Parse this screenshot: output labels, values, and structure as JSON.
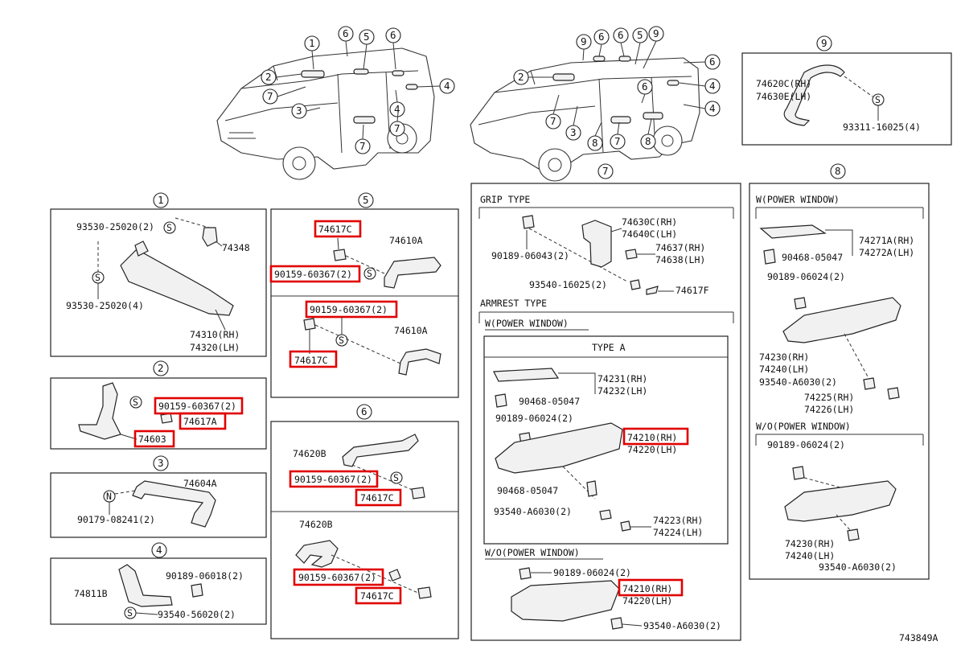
{
  "catalog_no": "743849A",
  "overview": {
    "left_markers": [
      "1",
      "6",
      "5",
      "6",
      "2",
      "7",
      "3",
      "4",
      "4",
      "7",
      "7"
    ],
    "right_markers": [
      "9",
      "6",
      "6",
      "5",
      "9",
      "6",
      "2",
      "6",
      "4",
      "7",
      "3",
      "8",
      "7",
      "8",
      "4"
    ]
  },
  "box9": {
    "num": "9",
    "p1": "74620C(RH)",
    "p2": "74630E(LH)",
    "p3": "93311-16025(4)",
    "s": "S"
  },
  "box1": {
    "num": "1",
    "p1": "93530-25020(2)",
    "p2": "74348",
    "p3": "93530-25020(4)",
    "p4": "74310(RH)",
    "p5": "74320(LH)",
    "s": "S"
  },
  "box2": {
    "num": "2",
    "p1": "90159-60367(2)",
    "p2": "74617A",
    "p3": "74603",
    "s": "S"
  },
  "box3": {
    "num": "3",
    "p1": "74604A",
    "p2": "90179-08241(2)",
    "n": "N"
  },
  "box4": {
    "num": "4",
    "p1": "74811B",
    "p2": "90189-06018(2)",
    "p3": "93540-56020(2)",
    "s": "S"
  },
  "box5": {
    "num": "5",
    "a1": "74617C",
    "a2": "74610A",
    "a3": "90159-60367(2)",
    "b1": "90159-60367(2)",
    "b2": "74610A",
    "b3": "74617C",
    "s": "S"
  },
  "box6": {
    "num": "6",
    "a1": "74620B",
    "a2": "90159-60367(2)",
    "a3": "74617C",
    "b1": "74620B",
    "b2": "90159-60367(2)",
    "b3": "74617C",
    "s": "S"
  },
  "box7": {
    "num": "7",
    "grip_title": "GRIP TYPE",
    "g1": "74630C(RH)",
    "g2": "74640C(LH)",
    "g3": "74637(RH)",
    "g4": "74638(LH)",
    "g5": "90189-06043(2)",
    "g6": "93540-16025(2)",
    "g7": "74617F",
    "armrest_title": "ARMREST TYPE",
    "w_power": "W(POWER WINDOW)",
    "type_a": "TYPE A",
    "t1": "74231(RH)",
    "t2": "74232(LH)",
    "t3": "90468-05047",
    "t4": "90189-06024(2)",
    "t5": "74210(RH)",
    "t6": "74220(LH)",
    "t7": "90468-05047",
    "t8": "93540-A6030(2)",
    "t9": "74223(RH)",
    "t10": "74224(LH)",
    "wo_power": "W/O(POWER WINDOW)",
    "u1": "90189-06024(2)",
    "u2": "74210(RH)",
    "u3": "74220(LH)",
    "u4": "93540-A6030(2)"
  },
  "box8": {
    "num": "8",
    "w_power": "W(POWER WINDOW)",
    "p1": "74271A(RH)",
    "p2": "74272A(LH)",
    "p3": "90468-05047",
    "p4": "90189-06024(2)",
    "p5": "74230(RH)",
    "p6": "74240(LH)",
    "p7": "93540-A6030(2)",
    "p8": "74225(RH)",
    "p9": "74226(LH)",
    "wo_power": "W/O(POWER WINDOW)",
    "q1": "90189-06024(2)",
    "q2": "74230(RH)",
    "q3": "74240(LH)",
    "q4": "93540-A6030(2)"
  },
  "highlight_color": "#e00000"
}
